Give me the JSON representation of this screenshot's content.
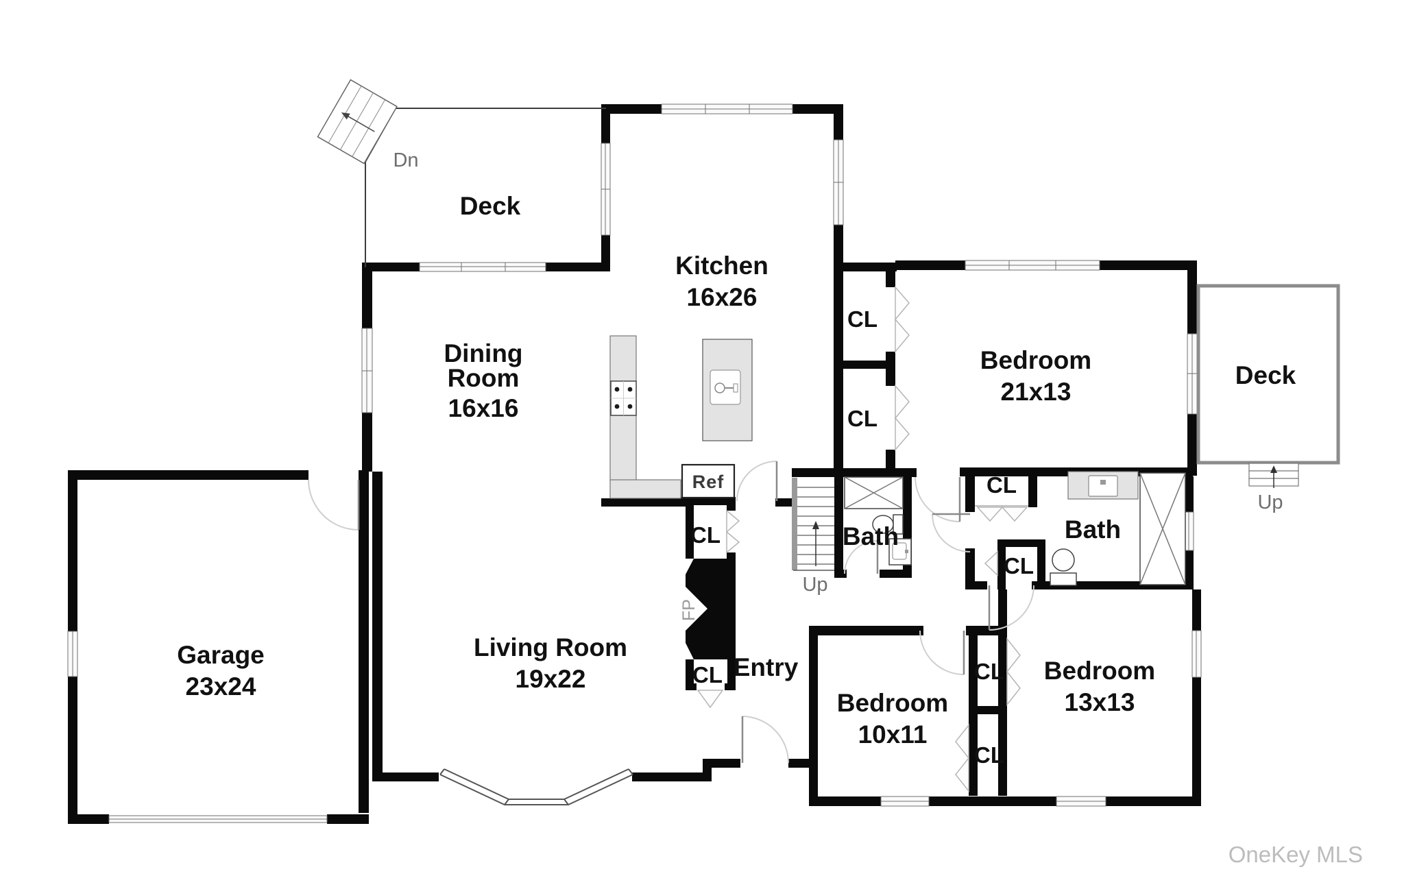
{
  "plan": {
    "rooms": {
      "deck_left": {
        "name": "Deck"
      },
      "kitchen": {
        "name": "Kitchen",
        "dims": "16x26"
      },
      "dining": {
        "name_line1": "Dining",
        "name_line2": "Room",
        "dims": "16x16"
      },
      "living": {
        "name": "Living Room",
        "dims": "19x22"
      },
      "garage": {
        "name": "Garage",
        "dims": "23x24"
      },
      "entry": {
        "name": "Entry"
      },
      "bedroom_21x13": {
        "name": "Bedroom",
        "dims": "21x13"
      },
      "bedroom_10x11": {
        "name": "Bedroom",
        "dims": "10x11"
      },
      "bedroom_13x13": {
        "name": "Bedroom",
        "dims": "13x13"
      },
      "bath_middle": {
        "name": "Bath"
      },
      "bath_right": {
        "name": "Bath"
      },
      "deck_right": {
        "name": "Deck"
      }
    },
    "labels": {
      "closet": "CL",
      "up": "Up",
      "down": "Dn",
      "fridge": "Ref",
      "fireplace": "FP"
    },
    "watermark": "OneKey MLS",
    "colors": {
      "wall": "#0a0a0a",
      "counter": "#e3e3e3",
      "deck_border": "#8c8c8c",
      "text": "#111111",
      "muted": "#6e6e6e",
      "watermark": "#bcbcbc"
    }
  }
}
